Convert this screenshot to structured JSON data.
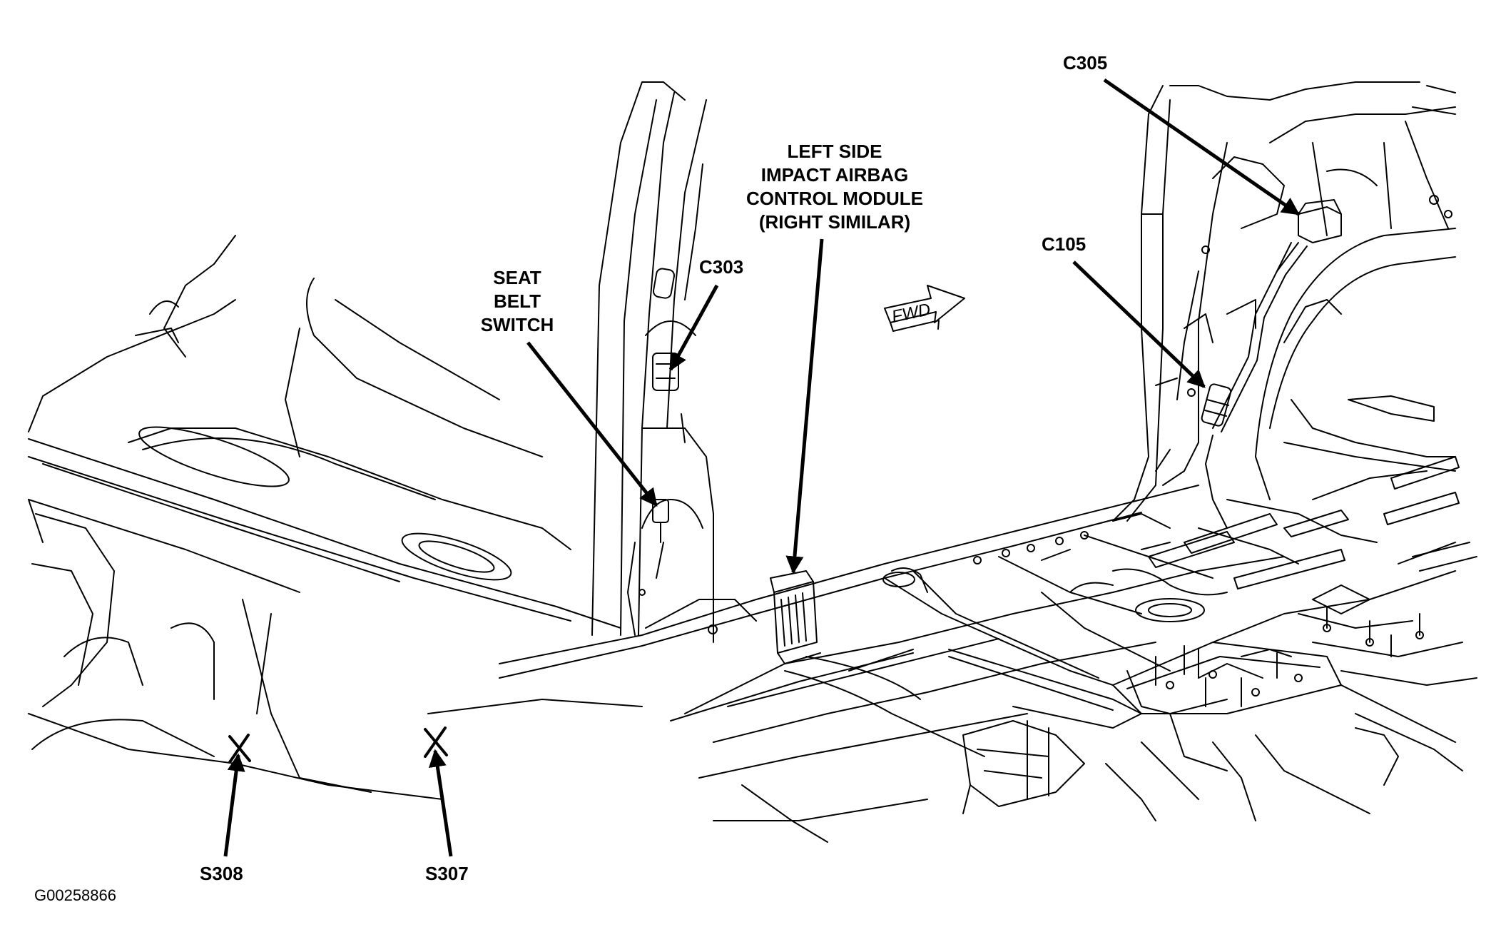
{
  "callouts": {
    "c305": "C305",
    "c105": "C105",
    "c303": "C303",
    "module": [
      "LEFT SIDE",
      "IMPACT AIRBAG",
      "CONTROL MODULE",
      "(RIGHT SIMILAR)"
    ],
    "seat_belt_switch": [
      "SEAT",
      "BELT",
      "SWITCH"
    ],
    "s308": "S308",
    "s307": "S307"
  },
  "fwd_label": "FWD",
  "figure_id": "G00258866",
  "colors": {
    "ink": "#000000",
    "background": "#ffffff"
  }
}
